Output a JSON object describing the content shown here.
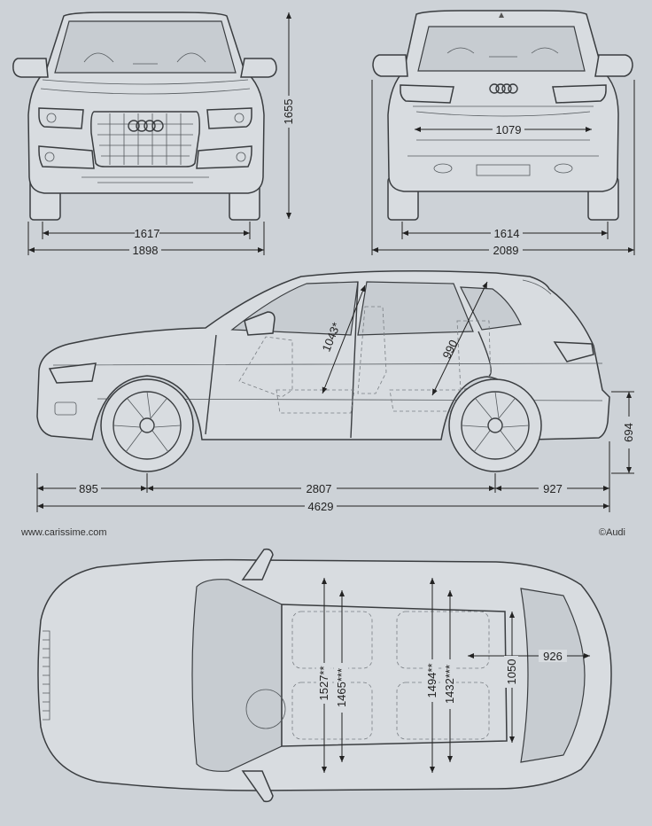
{
  "credits": {
    "website": "www.carissime.com",
    "copyright": "©Audi"
  },
  "dimensions": {
    "front_track": "1617",
    "front_width": "1898",
    "height": "1655",
    "rear_inner": "1079",
    "rear_track": "1614",
    "width_mirrors": "2089",
    "front_headroom": "1043*",
    "rear_headroom": "990",
    "ground_height": "694",
    "front_overhang": "895",
    "wheelbase": "2807",
    "rear_overhang": "927",
    "length": "4629",
    "front_shoulder": "1527**",
    "front_elbow": "1465***",
    "rear_shoulder": "1494**",
    "rear_elbow": "1432***",
    "boot_length": "926",
    "boot_width": "1050"
  },
  "colors": {
    "background": "#cdd2d7",
    "line": "#3a3d40"
  }
}
